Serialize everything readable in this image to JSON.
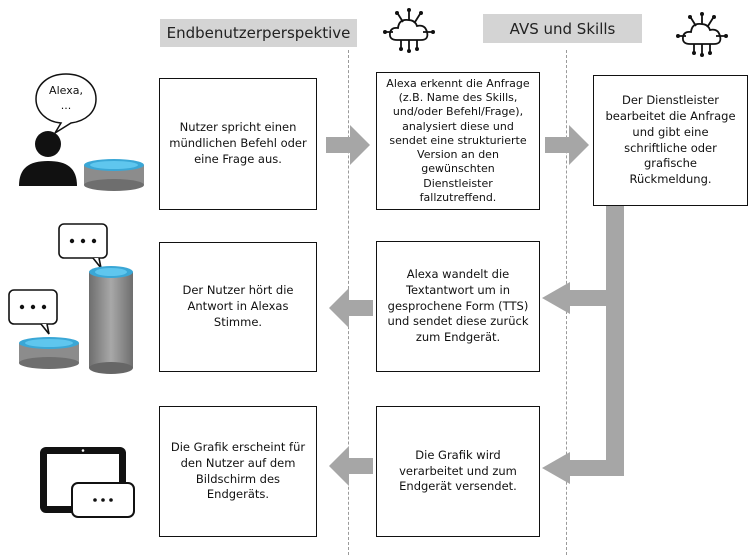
{
  "headers": {
    "left": "Endbenutzerperspektive",
    "right": "AVS und Skills"
  },
  "speech_bubble": "Alexa,\n...",
  "boxes": {
    "user_speaks": "Nutzer spricht einen\nmündlichen Befehl oder\neine Frage aus.",
    "alexa_recognizes": "Alexa erkennt die Anfrage\n(z.B. Name des Skills,\nund/oder Befehl/Frage),\nanalysiert diese und\nsendet eine strukturierte\nVersion an den\ngewünschten Dienstleister\nfallzutreffend.",
    "provider_processes": "Der Dienstleister\nbearbeitet die Anfrage\nund gibt eine\nschriftliche oder\ngrafische Rückmeldung.",
    "user_hears": "Der Nutzer hört die\nAntwort in Alexas\nStimme.",
    "alexa_converts": "Alexa wandelt die\nTextantwort um in\ngesprochene Form (TTS)\nund sendet diese zurück\nzum Endgerät.",
    "graphic_appears": "Die Grafik erscheint für\nden Nutzer auf dem\nBildschirm des\nEndgeräts.",
    "graphic_processed": "Die Grafik wird\nverarbeitet und zum\nEndgerät versendet."
  },
  "icons": {
    "cloud": "cloud-network-icon",
    "user": "user-silhouette-icon",
    "echo_dot": "echo-dot-speaker-icon",
    "echo_tall": "echo-tall-speaker-icon",
    "tablet": "tablet-device-icon",
    "ellipsis_bubble": "ellipsis-speech-bubble-icon"
  },
  "colors": {
    "header_bg": "#d4d4d4",
    "arrow": "#a6a6a6",
    "speaker_ring": "#3aa7d6",
    "speaker_body": "#8c8c8c"
  }
}
